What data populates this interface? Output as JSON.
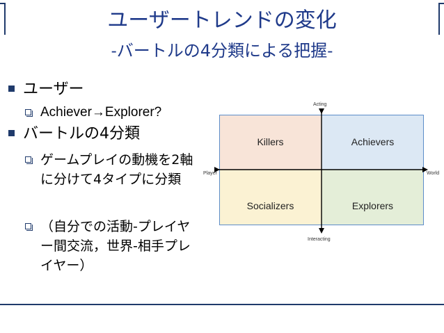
{
  "slide": {
    "title_line1": "ユーザートレンドの変化",
    "title_line2_prefix": "-",
    "title_line2_main": "バートルの4分類による把握",
    "title_line2_suffix": "-"
  },
  "bullets": [
    {
      "text": "ユーザー",
      "children": [
        "Achiever→Explorer?"
      ]
    },
    {
      "text": "バートルの4分類",
      "children": [
        "ゲームプレイの動機を2軸に分けて4タイプに分類",
        "（自分での活動-プレイヤー間交流，世界-相手プレイヤー）"
      ]
    }
  ],
  "diagram": {
    "axis_top": "Acting",
    "axis_bottom": "Interacting",
    "axis_left": "Player",
    "axis_right": "World",
    "quadrants": {
      "top_left": "Killers",
      "top_right": "Achievers",
      "bottom_left": "Socializers",
      "bottom_right": "Explorers"
    },
    "colors": {
      "killers": "#f8e4d8",
      "achievers": "#dce8f4",
      "socializers": "#fbf2d3",
      "explorers": "#e4eed8",
      "border": "#5b8cc9"
    }
  }
}
